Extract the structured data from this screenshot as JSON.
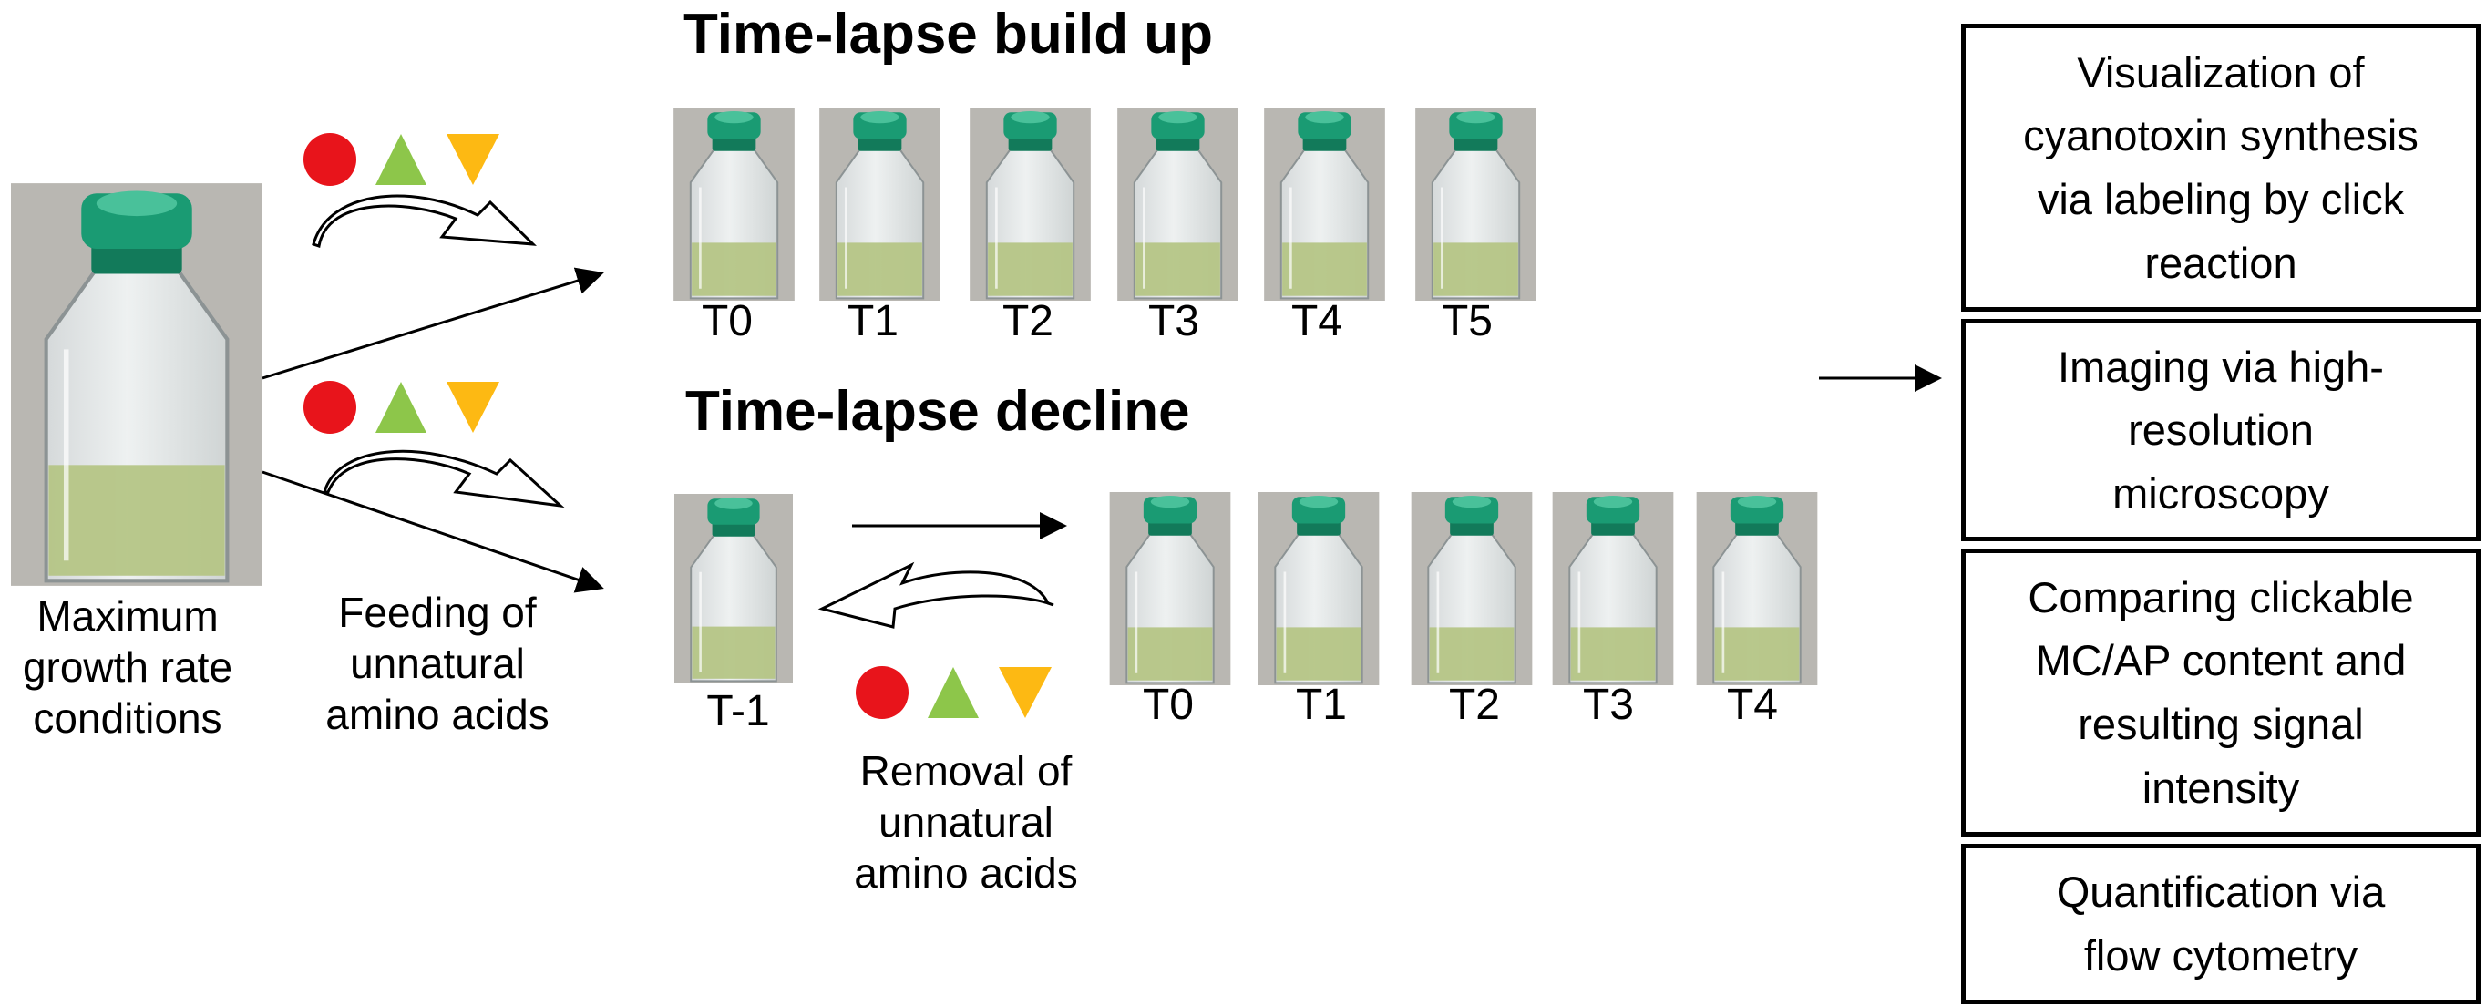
{
  "titles": {
    "build_up": "Time-lapse build up",
    "decline": "Time-lapse decline"
  },
  "labels": {
    "max_growth": "Maximum\ngrowth rate\nconditions",
    "feeding": "Feeding of\nunnatural\namino acids",
    "removal": "Removal of\nunnatural\namino acids"
  },
  "build_up_times": [
    "T0",
    "T1",
    "T2",
    "T3",
    "T4",
    "T5"
  ],
  "decline_pre_time": "T-1",
  "decline_times": [
    "T0",
    "T1",
    "T2",
    "T3",
    "T4"
  ],
  "outcomes": [
    "Visualization of\ncyanotoxin synthesis\nvia labeling by click\nreaction",
    "Imaging via high-\nresolution\nmicroscopy",
    "Comparing clickable\nMC/AP content and\nresulting signal\nintensity",
    "Quantification via\nflow cytometry"
  ],
  "colors": {
    "circle": "#e8141b",
    "triangle_up": "#8dc64a",
    "triangle_down": "#fdb913",
    "cap": "#1a9b73",
    "medium": "#b9c88c"
  },
  "icons": [
    "red-circle-icon",
    "green-triangle-up-icon",
    "yellow-triangle-down-icon",
    "culture-flask-icon",
    "curved-arrow-icon"
  ]
}
